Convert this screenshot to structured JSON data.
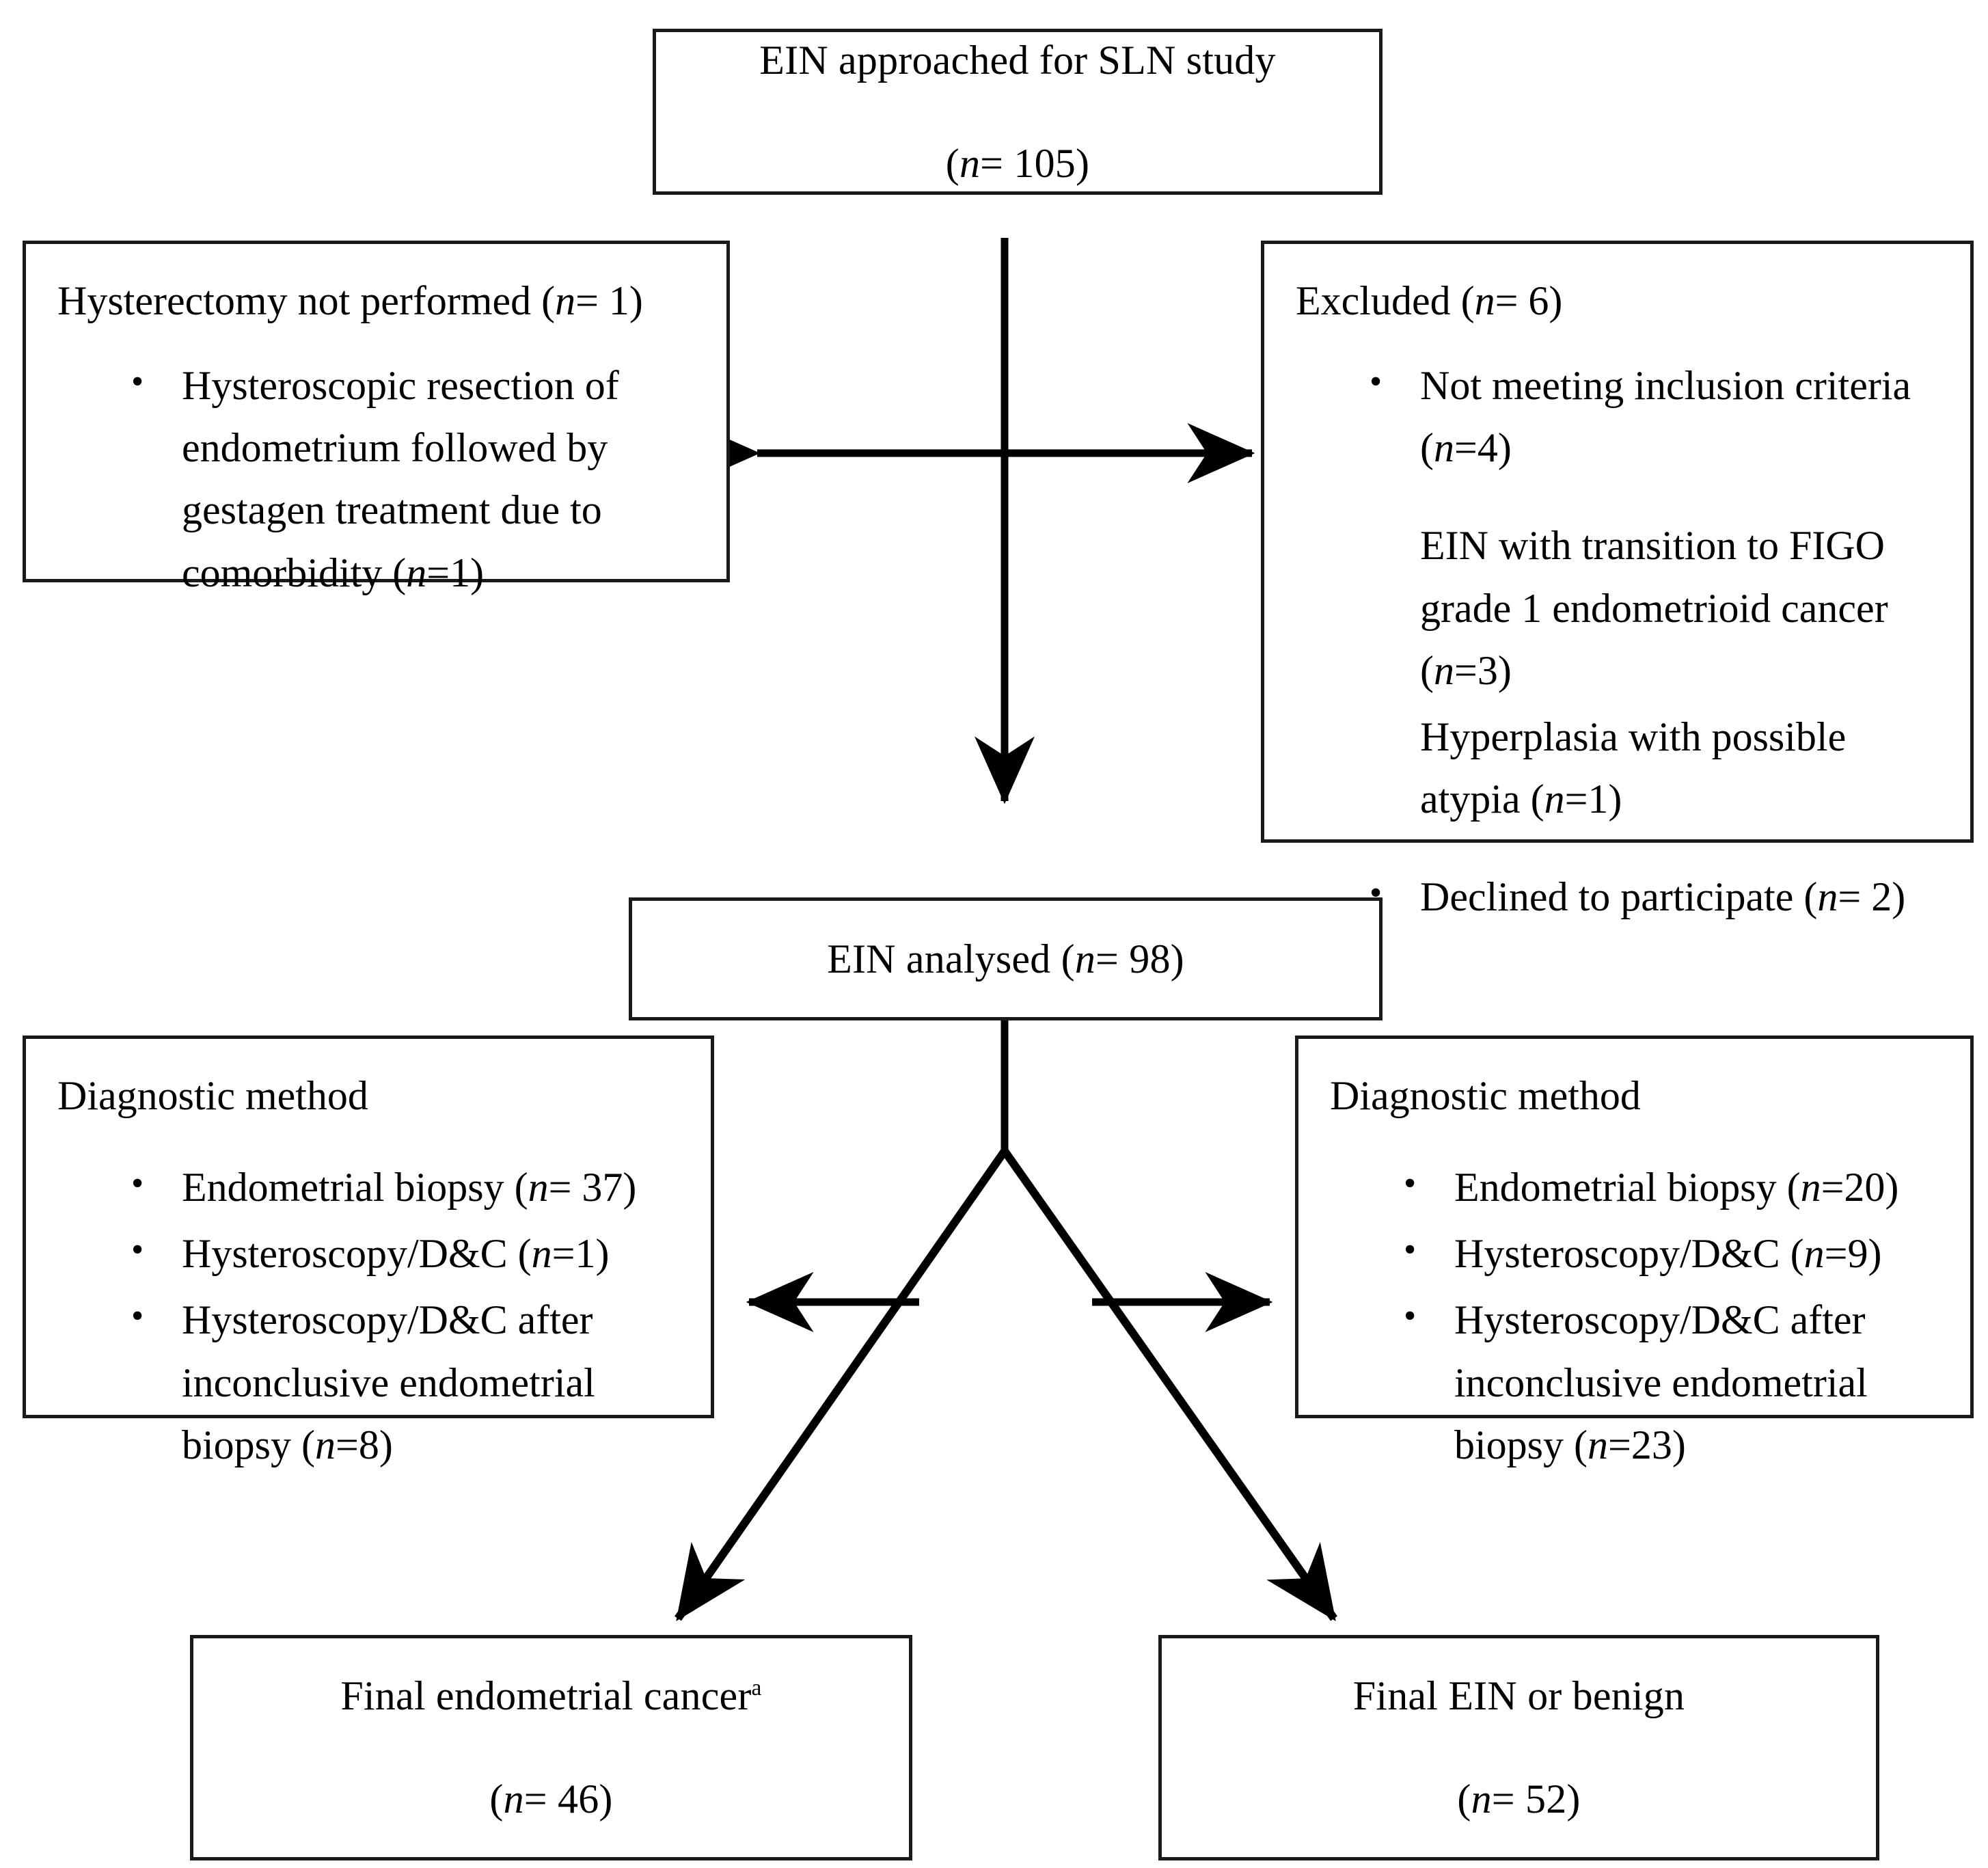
{
  "figure": {
    "type": "flowchart",
    "title": "EIN SLN study participant flow diagram",
    "line_color": "#1a1a1a",
    "box_border_color": "#1a1a1a",
    "background": "#ffffff"
  },
  "nodes": {
    "top": {
      "line1": "EIN approached for SLN study",
      "n_prefix": "(",
      "n_italic": "n",
      "n_value": "= 105)"
    },
    "left_excluded": {
      "header_text": "Hysterectomy not performed (",
      "header_italic": "n",
      "header_tail": "= 1)",
      "bullets": [
        {
          "bullet": true,
          "text_before": "Hysteroscopic resection of endometrium followed by gestagen treatment due to comorbidity (",
          "italic": "n",
          "text_after": "=1)"
        }
      ]
    },
    "right_excluded": {
      "header_text": "Excluded (",
      "header_italic": "n",
      "header_tail": "= 6)",
      "bullets": [
        {
          "bullet": true,
          "text_before": "Not meeting inclusion criteria (",
          "italic": "n",
          "text_after": "=4)"
        },
        {
          "bullet": false,
          "text_before": "EIN with transition to FIGO grade 1 endometrioid cancer (",
          "italic": "n",
          "text_after": "=3)"
        },
        {
          "bullet": false,
          "text_before": "Hyperplasia with possible atypia (",
          "italic": "n",
          "text_after": "=1)"
        },
        {
          "bullet": true,
          "text_before": "Declined to participate (",
          "italic": "n",
          "text_after": "= 2)"
        }
      ]
    },
    "analysed": {
      "text_before": "EIN analysed (",
      "italic": "n",
      "text_after": "= 98)"
    },
    "left_method": {
      "header": "Diagnostic method",
      "bullets": [
        {
          "bullet": true,
          "text_before": "Endometrial biopsy (",
          "italic": "n",
          "text_after": "= 37)"
        },
        {
          "bullet": true,
          "text_before": "Hysteroscopy/D&C (",
          "italic": "n",
          "text_after": "=1)"
        },
        {
          "bullet": true,
          "text_before": "Hysteroscopy/D&C after inconclusive endometrial biopsy (",
          "italic": "n",
          "text_after": "=8)"
        }
      ]
    },
    "right_method": {
      "header": "Diagnostic method",
      "bullets": [
        {
          "bullet": true,
          "text_before": "Endometrial biopsy (",
          "italic": "n",
          "text_after": "=20)"
        },
        {
          "bullet": true,
          "text_before": "Hysteroscopy/D&C (",
          "italic": "n",
          "text_after": "=9)"
        },
        {
          "bullet": true,
          "text_before": "Hysteroscopy/D&C after inconclusive endometrial biopsy (",
          "italic": "n",
          "text_after": "=23)"
        }
      ]
    },
    "outcome_left": {
      "line1": "Final endometrial cancer",
      "footnote_marker": "a",
      "n_prefix": "(",
      "n_italic": "n",
      "n_value": "= 46)"
    },
    "outcome_right": {
      "line1": "Final EIN or benign",
      "n_prefix": "(",
      "n_italic": "n",
      "n_value": "= 52)"
    }
  },
  "connectors": [
    {
      "name": "top-to-analysed-vertical",
      "style": "arrow-down"
    },
    {
      "name": "exclusion-double-arrow",
      "style": "double-headed-horizontal"
    },
    {
      "name": "analysed-to-methods-left",
      "style": "arrow-left"
    },
    {
      "name": "analysed-to-methods-right",
      "style": "arrow-right"
    },
    {
      "name": "analysed-fork-to-outcome-left",
      "style": "diagonal-arrow-down-left"
    },
    {
      "name": "analysed-fork-to-outcome-right",
      "style": "diagonal-arrow-down-right"
    }
  ]
}
